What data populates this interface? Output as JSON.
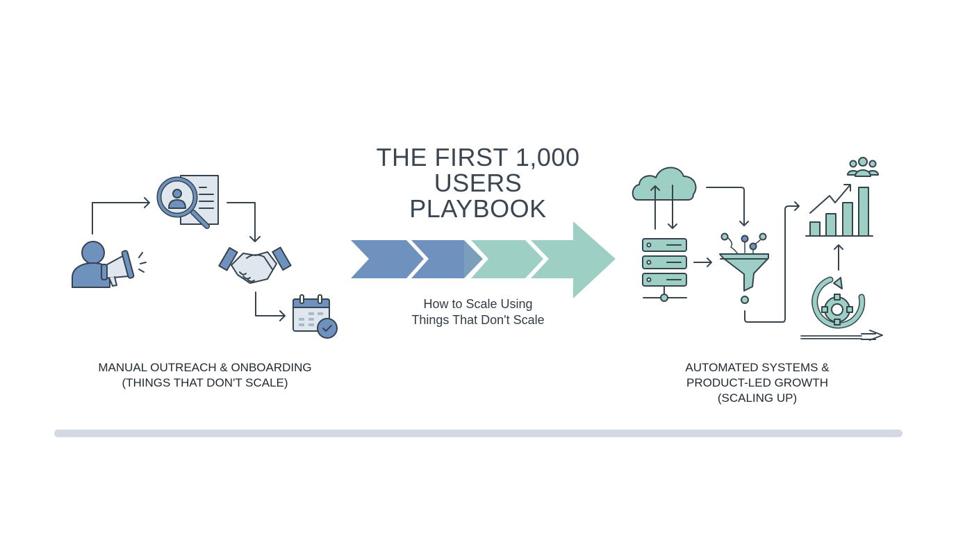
{
  "title": {
    "lines": [
      "THE FIRST 1,000",
      "USERS",
      "PLAYBOOK"
    ]
  },
  "subtitle": {
    "lines": [
      "How to Scale Using",
      "Things That Don't Scale"
    ]
  },
  "left_section": {
    "caption_lines": [
      "MANUAL OUTREACH & ONBOARDING",
      "(THINGS THAT DON'T SCALE)"
    ],
    "icons": [
      "person-megaphone-icon",
      "candidate-search-icon",
      "handshake-icon",
      "calendar-check-icon"
    ]
  },
  "right_section": {
    "caption_lines": [
      "AUTOMATED SYSTEMS &",
      "PRODUCT-LED GROWTH",
      "(SCALING UP)"
    ],
    "icons": [
      "cloud-icon",
      "server-icon",
      "funnel-icon",
      "growth-chart-icon",
      "users-group-icon",
      "automation-cycle-icon"
    ]
  },
  "progress_arrow": {
    "segments": 4,
    "manual_color": "#6f91bd",
    "automated_color": "#9dcfc4"
  },
  "colors": {
    "blue_fill": "#6f91bd",
    "blue_light": "#dfe6ee",
    "teal_fill": "#9dcfc4",
    "stroke": "#35434f",
    "timeline": "#d3d9e2"
  }
}
